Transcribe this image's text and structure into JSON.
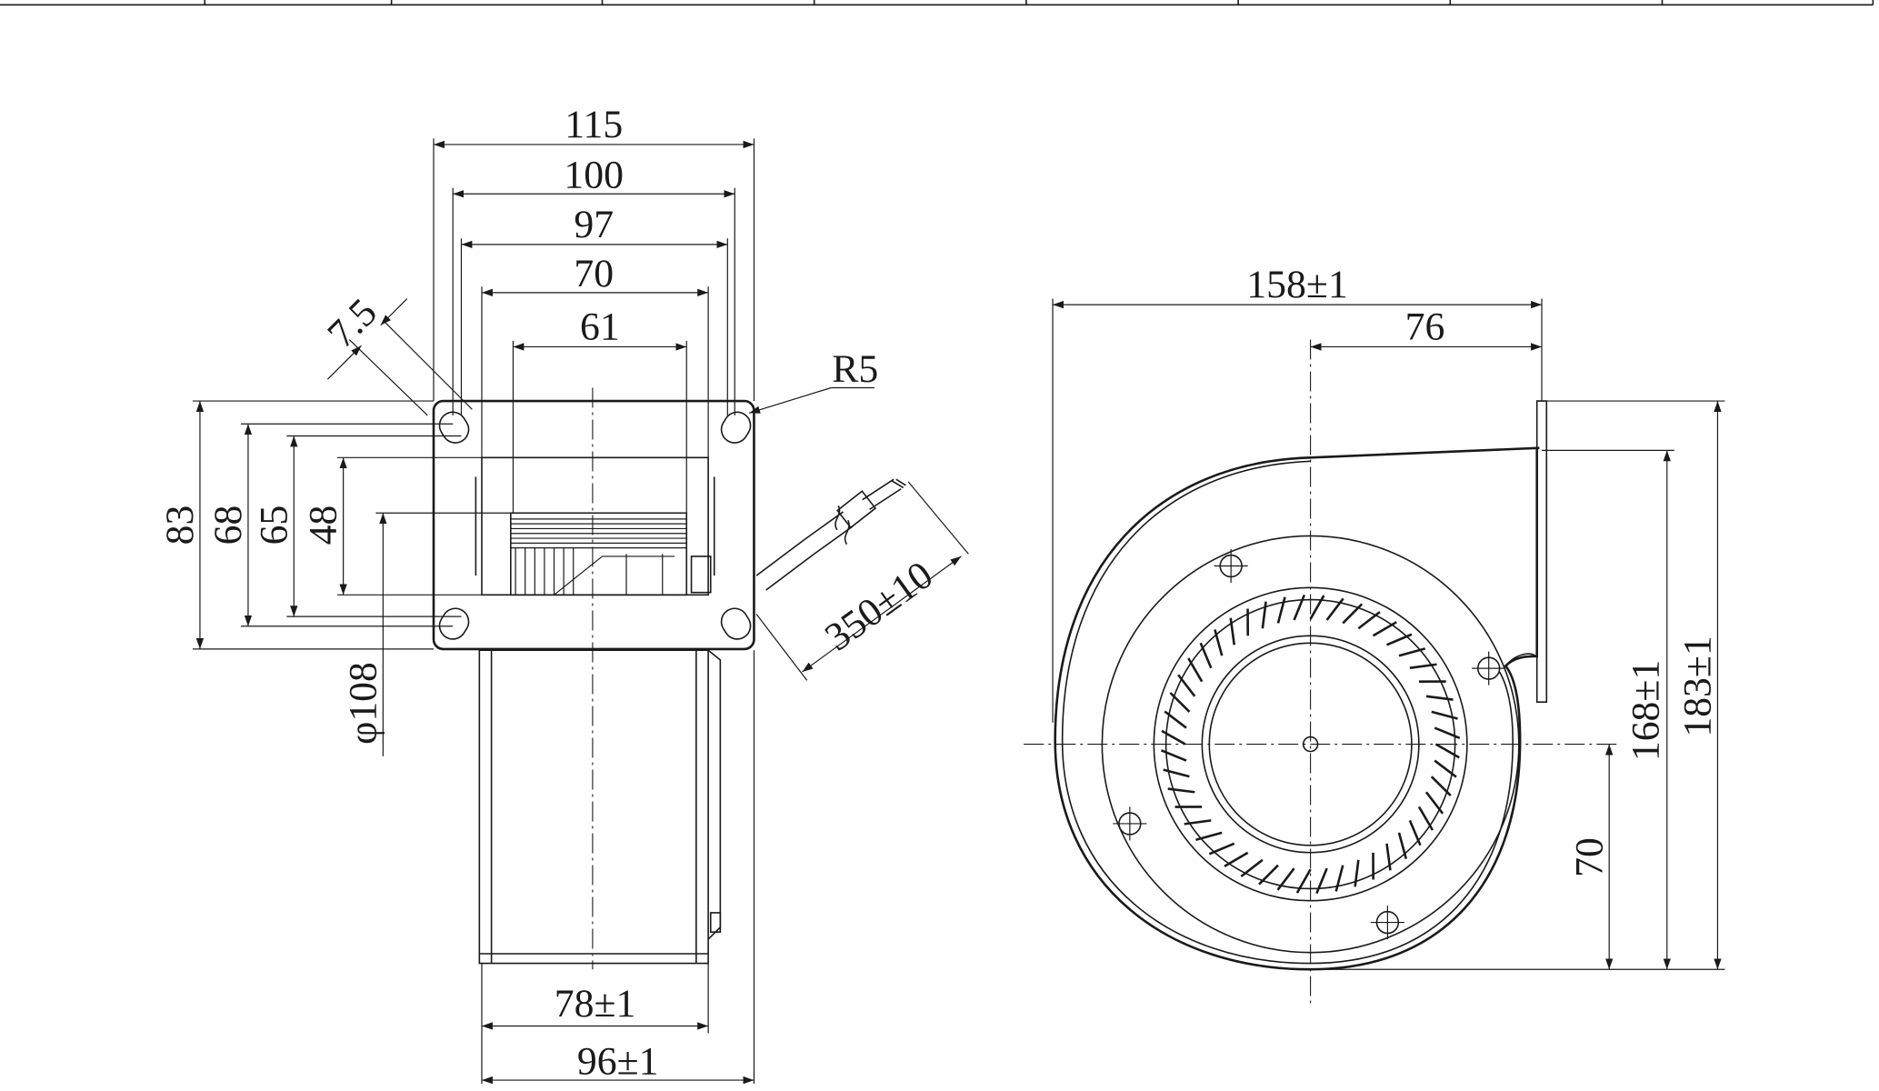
{
  "drawing": {
    "stroke_color": "#1a1a1a",
    "background": "#ffffff",
    "side_view": {
      "dim_115": "115",
      "dim_100": "100",
      "dim_97": "97",
      "dim_70": "70",
      "dim_61": "61",
      "dim_7_5": "7.5",
      "dim_r5": "R5",
      "dim_83": "83",
      "dim_68": "68",
      "dim_65": "65",
      "dim_48": "48",
      "dim_phi108": "φ108",
      "dim_cable": "350±10",
      "dim_78": "78±1",
      "dim_96": "96±1"
    },
    "front_view": {
      "dim_158": "158±1",
      "dim_76": "76",
      "dim_183": "183±1",
      "dim_168": "168±1",
      "dim_70": "70"
    }
  }
}
